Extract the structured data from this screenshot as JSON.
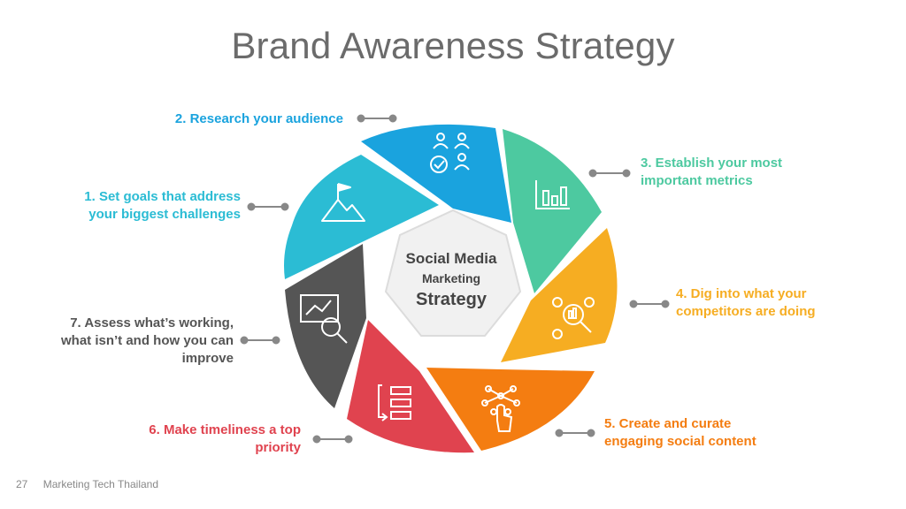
{
  "title": "Brand Awareness Strategy",
  "center": {
    "line1": "Social Media",
    "line2": "Marketing",
    "line3": "Strategy"
  },
  "steps": [
    {
      "lines": [
        "1. Set goals that address",
        "your biggest challenges"
      ],
      "color": "#2bbcd4",
      "icon": "mountain-flag-icon"
    },
    {
      "lines": [
        "2. Research your audience"
      ],
      "color": "#1aa3de",
      "icon": "audience-icon"
    },
    {
      "lines": [
        "3. Establish your most",
        "important metrics"
      ],
      "color": "#4dc9a0",
      "icon": "bar-chart-icon"
    },
    {
      "lines": [
        "4. Dig into what your",
        "competitors are doing"
      ],
      "color": "#f6ad22",
      "icon": "magnifier-people-icon"
    },
    {
      "lines": [
        "5. Create and curate",
        "engaging social content"
      ],
      "color": "#f47d11",
      "icon": "touch-network-icon"
    },
    {
      "lines": [
        "6. Make timeliness a top",
        "priority"
      ],
      "color": "#e0434f",
      "icon": "list-arrow-icon"
    },
    {
      "lines": [
        "7. Assess what’s working,",
        "what isn’t and how you can",
        "improve"
      ],
      "color": "#555555",
      "icon": "analysis-magnifier-icon"
    }
  ],
  "footer": {
    "page": "27",
    "text": "Marketing Tech Thailand"
  }
}
